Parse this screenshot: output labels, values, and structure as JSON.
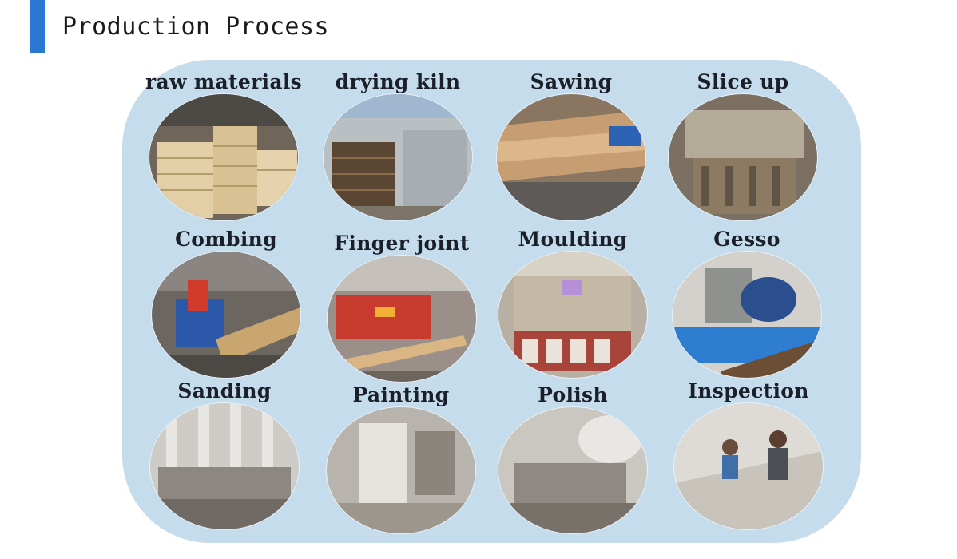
{
  "header": {
    "title": "Production Process"
  },
  "steps": [
    {
      "label": "raw materials",
      "icon": "lumber-stack-photo"
    },
    {
      "label": "drying kiln",
      "icon": "kiln-photo"
    },
    {
      "label": "Sawing",
      "icon": "saw-photo"
    },
    {
      "label": "Slice up",
      "icon": "slicer-photo"
    },
    {
      "label": "Combing",
      "icon": "combing-machine-photo"
    },
    {
      "label": "Finger joint",
      "icon": "finger-joint-photo"
    },
    {
      "label": "Moulding",
      "icon": "moulding-machine-photo"
    },
    {
      "label": "Gesso",
      "icon": "gesso-machine-photo"
    },
    {
      "label": "Sanding",
      "icon": "sanding-machine-photo"
    },
    {
      "label": "Painting",
      "icon": "painting-booth-photo"
    },
    {
      "label": "Polish",
      "icon": "polish-machine-photo"
    },
    {
      "label": "Inspection",
      "icon": "inspection-workers-photo"
    }
  ]
}
